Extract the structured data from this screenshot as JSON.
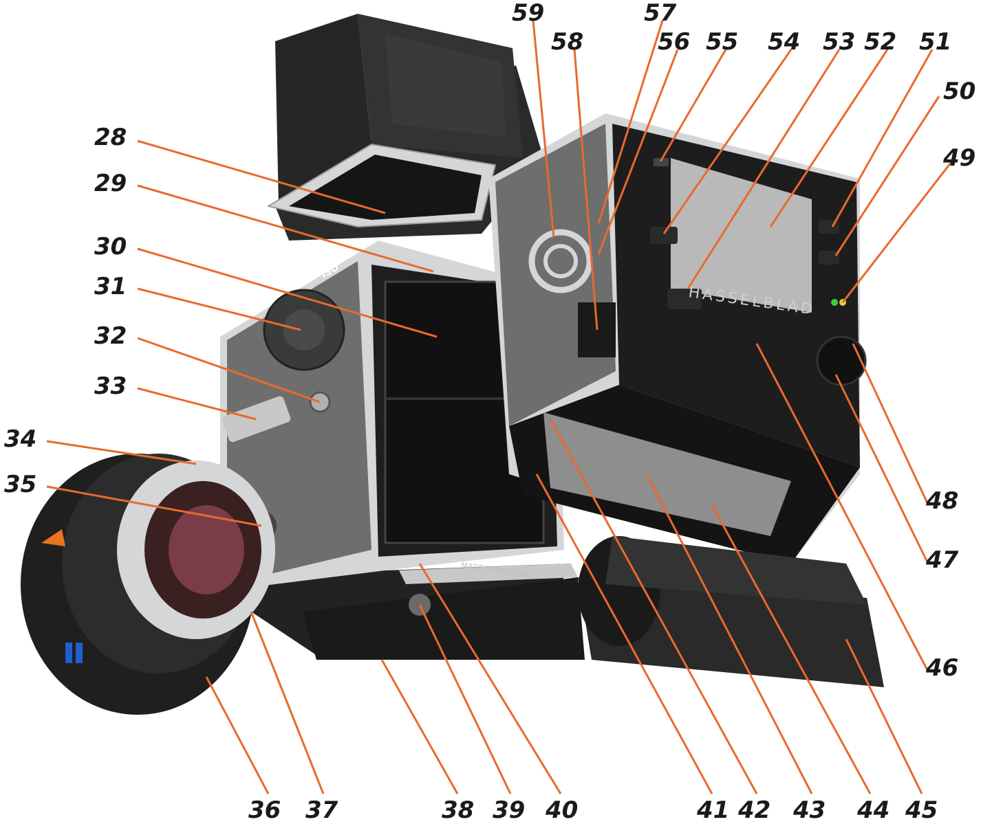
{
  "colors": {
    "leader_line": "#e86a2e",
    "label_text": "#1a1a1a",
    "camera_body": "#2b2b2b",
    "chrome": "#d4d6d8",
    "leather": "#6e6e6e",
    "lens_barrel": "#1f1f1f",
    "screen": "#b9b9b9"
  },
  "illustration": {
    "brand_text": "HASSELBLAD",
    "made_in_text": "MADE IN SWEDEN",
    "iso_text": "ISO"
  },
  "callouts": [
    {
      "id": "28",
      "label": "28"
    },
    {
      "id": "29",
      "label": "29"
    },
    {
      "id": "30",
      "label": "30"
    },
    {
      "id": "31",
      "label": "31"
    },
    {
      "id": "32",
      "label": "32"
    },
    {
      "id": "33",
      "label": "33"
    },
    {
      "id": "34",
      "label": "34"
    },
    {
      "id": "35",
      "label": "35"
    },
    {
      "id": "36",
      "label": "36"
    },
    {
      "id": "37",
      "label": "37"
    },
    {
      "id": "38",
      "label": "38"
    },
    {
      "id": "39",
      "label": "39"
    },
    {
      "id": "40",
      "label": "40"
    },
    {
      "id": "41",
      "label": "41"
    },
    {
      "id": "42",
      "label": "42"
    },
    {
      "id": "43",
      "label": "43"
    },
    {
      "id": "44",
      "label": "44"
    },
    {
      "id": "45",
      "label": "45"
    },
    {
      "id": "46",
      "label": "46"
    },
    {
      "id": "47",
      "label": "47"
    },
    {
      "id": "48",
      "label": "48"
    },
    {
      "id": "49",
      "label": "49"
    },
    {
      "id": "50",
      "label": "50"
    },
    {
      "id": "51",
      "label": "51"
    },
    {
      "id": "52",
      "label": "52"
    },
    {
      "id": "53",
      "label": "53"
    },
    {
      "id": "54",
      "label": "54"
    },
    {
      "id": "55",
      "label": "55"
    },
    {
      "id": "56",
      "label": "56"
    },
    {
      "id": "57",
      "label": "57"
    },
    {
      "id": "58",
      "label": "58"
    },
    {
      "id": "59",
      "label": "59"
    }
  ]
}
